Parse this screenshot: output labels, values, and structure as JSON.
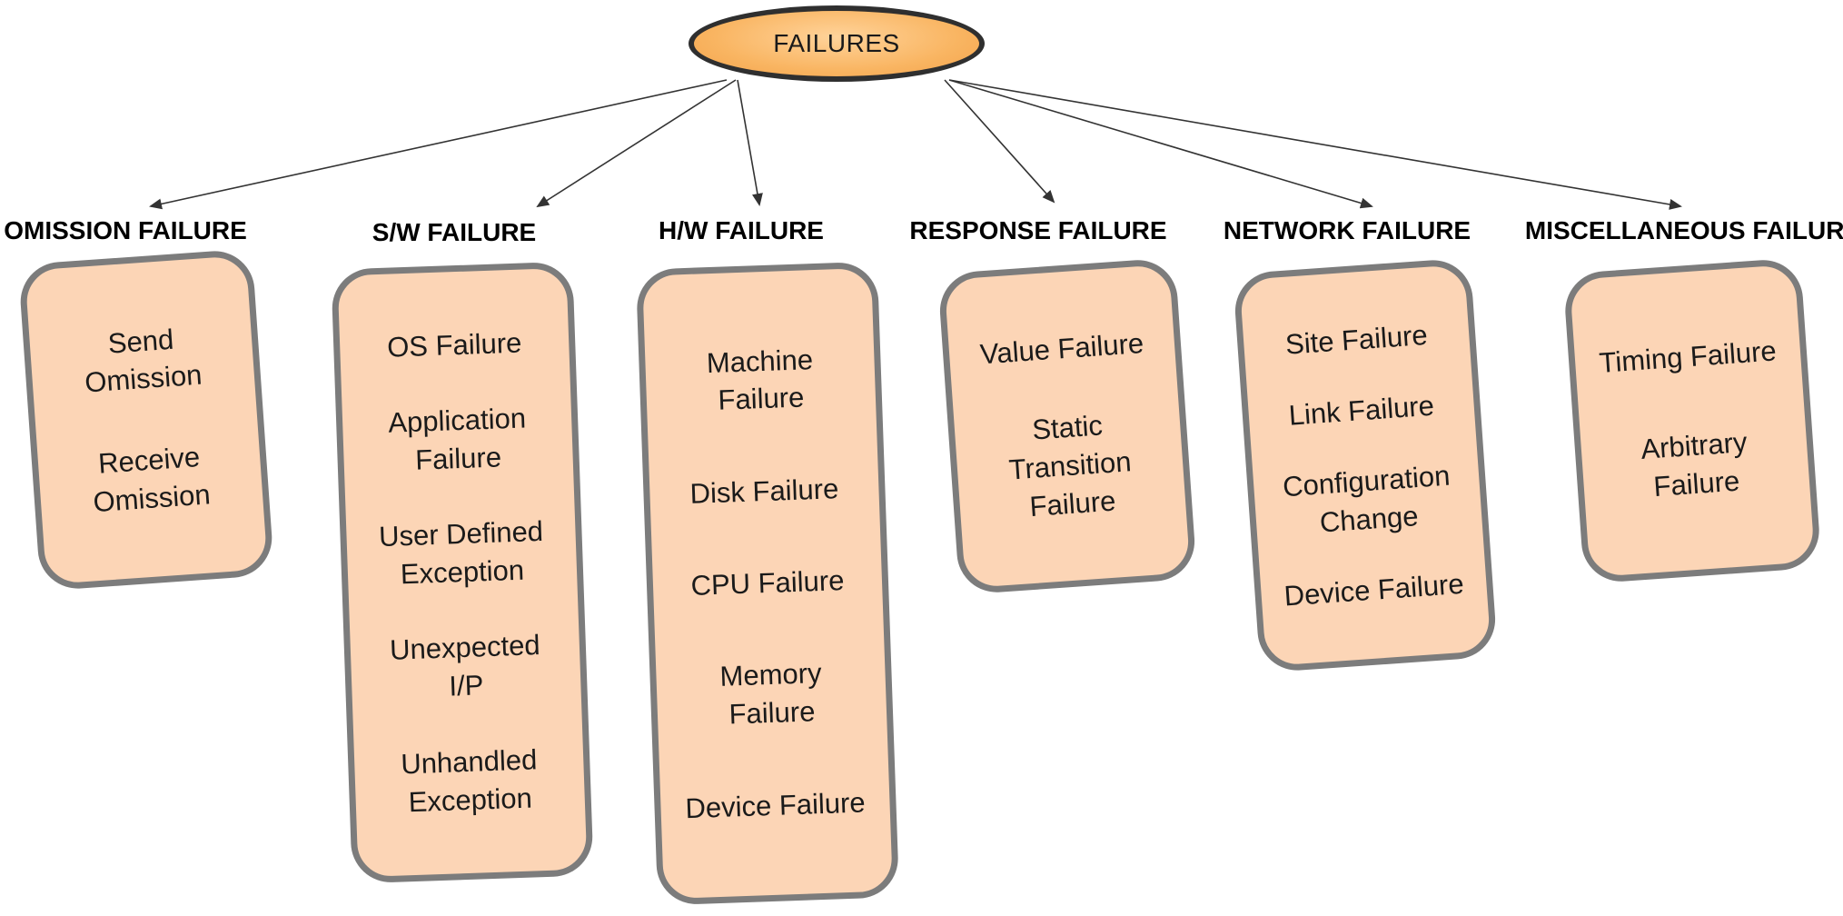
{
  "root": {
    "label": "FAILURES"
  },
  "categories": [
    {
      "title": "OMISSION FAILURE",
      "items": [
        "Send\nOmission",
        "Receive\nOmission"
      ]
    },
    {
      "title": "S/W FAILURE",
      "items": [
        "OS Failure",
        "Application\nFailure",
        "User Defined\nException",
        "Unexpected\nI/P",
        "Unhandled\nException"
      ]
    },
    {
      "title": "H/W FAILURE",
      "items": [
        "Machine\nFailure",
        "Disk Failure",
        "CPU Failure",
        "Memory\nFailure",
        "Device Failure"
      ]
    },
    {
      "title": "RESPONSE FAILURE",
      "items": [
        "Value Failure",
        "Static\nTransition\nFailure"
      ]
    },
    {
      "title": "NETWORK FAILURE",
      "items": [
        "Site Failure",
        "Link Failure",
        "Configuration\nChange",
        "Device Failure"
      ]
    },
    {
      "title": "MISCELLANEOUS FAILURE",
      "items": [
        "Timing Failure",
        "Arbitrary\nFailure"
      ]
    }
  ],
  "colors": {
    "root_fill": "#f9b562",
    "box_fill": "#fcd5b6",
    "box_border": "#7c7c7c",
    "arrow": "#333333"
  }
}
